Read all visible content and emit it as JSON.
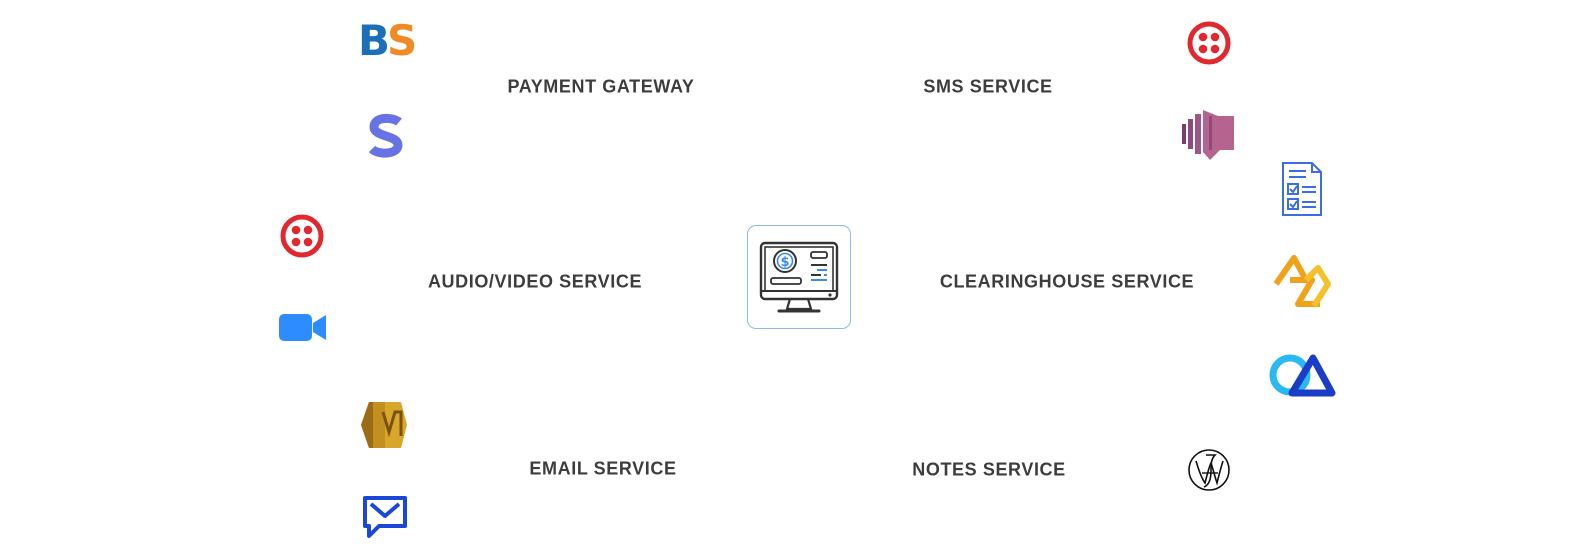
{
  "hub": {
    "icon": "billing-computer-icon",
    "accent": "#3b8bea"
  },
  "services": {
    "payment_gateway": {
      "label": "PAYMENT GATEWAY",
      "icons": [
        "bluesnap-logo",
        "stripe-logo"
      ],
      "bluesnap_text": {
        "b": "B",
        "s": "S"
      }
    },
    "sms": {
      "label": "SMS SERVICE",
      "icons": [
        "twilio-logo",
        "amazon-sns-logo"
      ]
    },
    "audio_video": {
      "label": "AUDIO/VIDEO SERVICE",
      "icons": [
        "twilio-logo",
        "zoom-logo"
      ]
    },
    "clearinghouse": {
      "label": "CLEARINGHOUSE SERVICE",
      "icons": [
        "claim-form-icon",
        "zirmed-logo",
        "change-healthcare-logo"
      ]
    },
    "email": {
      "label": "EMAIL SERVICE",
      "icons": [
        "amazon-ses-logo",
        "message-envelope-icon"
      ]
    },
    "notes": {
      "label": "NOTES SERVICE",
      "icons": [
        "signature-emblem-logo"
      ]
    }
  },
  "colors": {
    "label": "#3d3d3d",
    "twilio": "#e0282e",
    "stripe": "#6772e5",
    "zoom": "#2d8cff",
    "sns": "#b5638f",
    "ses": "#d8a62b",
    "email_icon": "#1b47d6"
  }
}
